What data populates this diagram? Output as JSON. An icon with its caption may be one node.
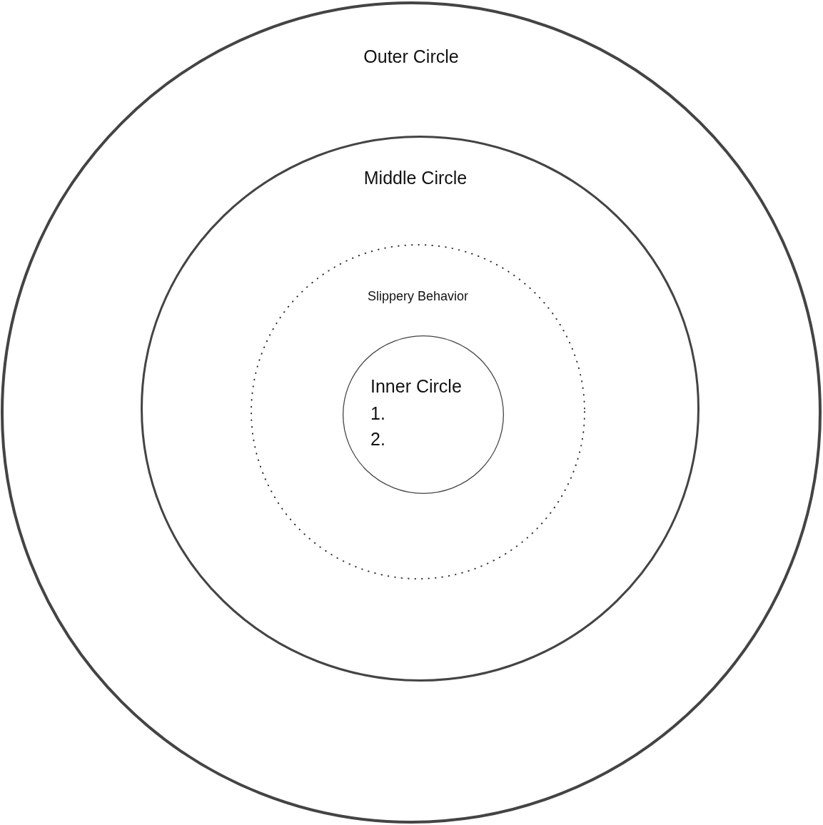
{
  "diagram": {
    "nodes": [
      {
        "text": [
          "Outer Circle"
        ]
      },
      {
        "text": [
          "Middle Circle"
        ],
        "in": 0
      },
      {
        "text": [
          "Slippery Behavior"
        ],
        "in": 1
      },
      {
        "text": [
          "Inner Circle",
          "1.",
          "2."
        ],
        "in": 2
      }
    ],
    "edges": []
  }
}
